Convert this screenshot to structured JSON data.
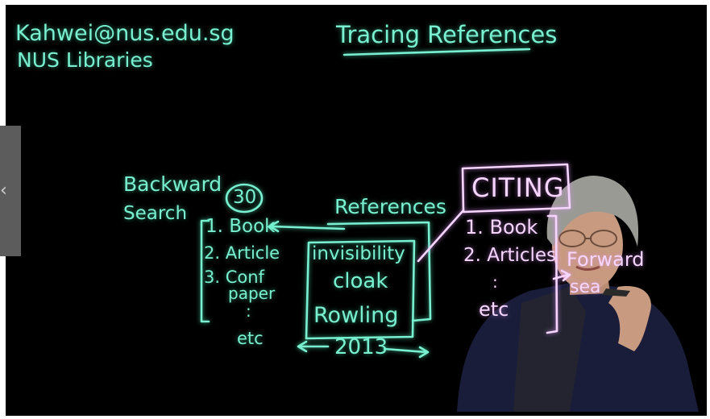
{
  "header": {
    "email": "Kahwei@nus.edu.sg",
    "org": "NUS Libraries",
    "title": "Tracing References"
  },
  "board": {
    "backward_label_1": "Backward",
    "backward_label_2": "Search",
    "count": "30",
    "references_label": "References",
    "backward_list": [
      "1. Book",
      "2. Article",
      "3. Conf",
      "paper",
      ":",
      "etc"
    ],
    "book_title_1": "invisibility",
    "book_title_2": "cloak",
    "book_author": "Rowling",
    "year": "2013",
    "citing_label": "CITING",
    "citing_list": [
      "1. Book",
      "2. Articles",
      ":",
      "etc"
    ],
    "forward_label_1": "Forward",
    "forward_label_2": "sea"
  },
  "colors": {
    "ink_teal": "#79f0d0",
    "ink_pink": "#f6d6ff",
    "board": "#000000"
  },
  "nav": {
    "prev_icon": "chevron-left-icon"
  }
}
